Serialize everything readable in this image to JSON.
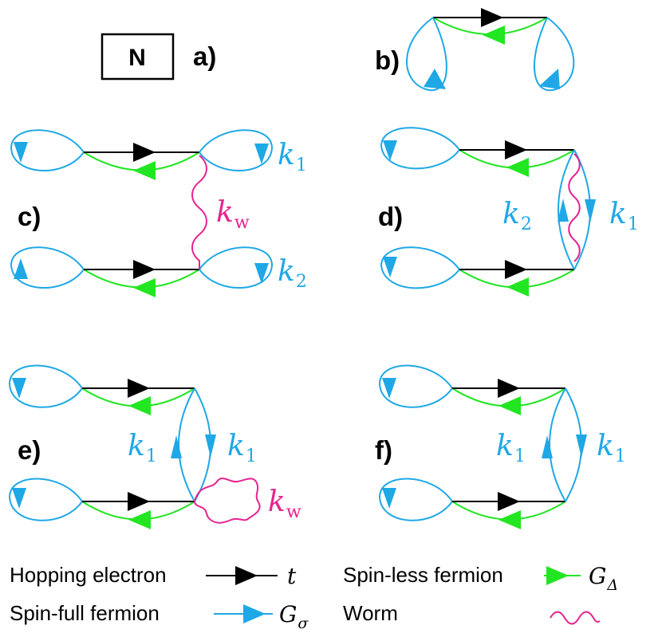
{
  "colors": {
    "hopping": "#000000",
    "spinless": "#22e622",
    "spinfull": "#1fa8e6",
    "worm": "#e6238f"
  },
  "phase_box": {
    "label": "N"
  },
  "panels": [
    {
      "id": "a",
      "label": "a)"
    },
    {
      "id": "b",
      "label": "b)"
    },
    {
      "id": "c",
      "label": "c)",
      "momenta": [
        {
          "symbol": "k",
          "sub": "1",
          "color": "spinfull"
        },
        {
          "symbol": "k",
          "sub": "w",
          "color": "worm"
        },
        {
          "symbol": "k",
          "sub": "2",
          "color": "spinfull"
        }
      ]
    },
    {
      "id": "d",
      "label": "d)",
      "momenta": [
        {
          "symbol": "k",
          "sub": "2",
          "color": "spinfull"
        },
        {
          "symbol": "k",
          "sub": "1",
          "color": "spinfull"
        }
      ]
    },
    {
      "id": "e",
      "label": "e)",
      "momenta": [
        {
          "symbol": "k",
          "sub": "1",
          "color": "spinfull"
        },
        {
          "symbol": "k",
          "sub": "1",
          "color": "spinfull"
        },
        {
          "symbol": "k",
          "sub": "w",
          "color": "worm"
        }
      ]
    },
    {
      "id": "f",
      "label": "f)",
      "momenta": [
        {
          "symbol": "k",
          "sub": "1",
          "color": "spinfull"
        },
        {
          "symbol": "k",
          "sub": "1",
          "color": "spinfull"
        }
      ]
    }
  ],
  "legend": [
    {
      "text": "Hopping electron",
      "symbol": "t",
      "sub": "",
      "line": "hopping"
    },
    {
      "text": "Spin-less fermion",
      "symbol": "G",
      "sub": "Δ",
      "line": "spinless"
    },
    {
      "text": "Spin-full fermion",
      "symbol": "G",
      "sub": "σ",
      "line": "spinfull"
    },
    {
      "text": "Worm",
      "symbol": "",
      "sub": "",
      "line": "worm"
    }
  ]
}
